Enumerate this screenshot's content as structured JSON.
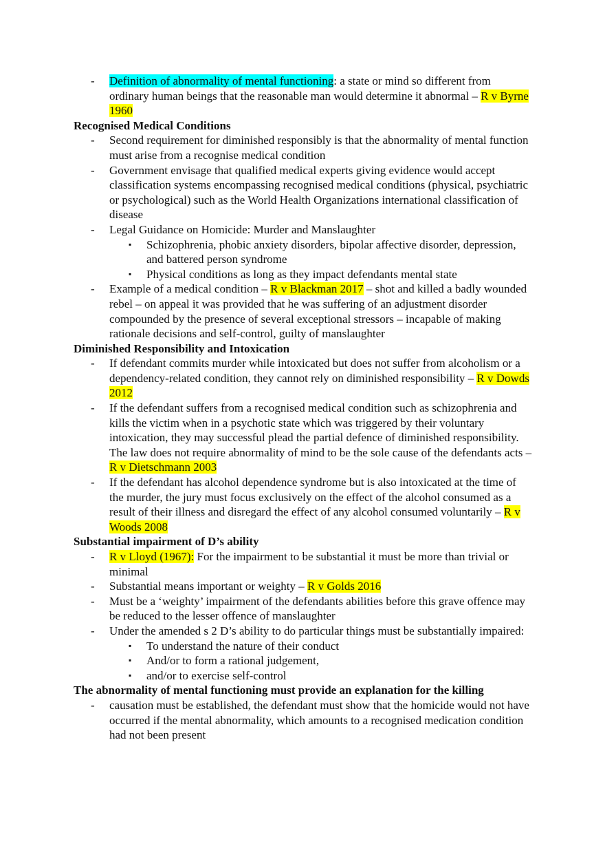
{
  "items": {
    "p1": {
      "def_term": "Definition of abnormality of mental functioning",
      "text": ": a state or mind so different from ordinary human beings that the reasonable man would determine it abnormal – ",
      "case": "R v Byrne 1960"
    },
    "h_recognised": "Recognised Medical Conditions",
    "p2": "Second requirement for diminished responsibly is that the abnormality of mental function must arise from a recognise medical condition",
    "p3": "Government envisage that qualified medical experts giving evidence would accept classification systems encompassing recognised medical conditions (physical, psychiatric or psychological) such as the World Health Organizations international classification of disease",
    "p4": "Legal Guidance on Homicide: Murder and Manslaughter",
    "b1": "Schizophrenia, phobic anxiety disorders, bipolar affective disorder, depression, and battered person syndrome",
    "b2": "Physical conditions as long as they impact defendants mental state",
    "p5": {
      "pre": "Example of a medical condition – ",
      "case": "R v Blackman 2017",
      "post": " – shot and killed a badly wounded rebel – on appeal it was provided that he was suffering of an adjustment disorder compounded by the presence of several exceptional stressors – incapable of making rationale decisions and self-control, guilty of manslaughter"
    },
    "h_intox": "Diminished Responsibility and Intoxication",
    "p6": {
      "text": "If defendant commits murder while intoxicated but does not suffer from alcoholism or a dependency-related condition, they cannot rely on diminished responsibility – ",
      "case": "R v Dowds 2012"
    },
    "p7": {
      "text": "If the defendant suffers from a recognised medical condition such as schizophrenia and kills the victim when in a psychotic state which was triggered by their voluntary intoxication, they may successful plead the partial defence of diminished responsibility. The law does not require abnormality of mind to be the sole cause of the defendants acts – ",
      "case": "R v Dietschmann 2003"
    },
    "p8": {
      "text": "If the defendant has alcohol dependence syndrome but is also intoxicated at the time of the murder, the jury must focus exclusively on the effect of the alcohol consumed as a result of their illness and disregard the effect of any alcohol consumed voluntarily – ",
      "case": "R v Woods 2008"
    },
    "h_substantial": "Substantial impairment of D’s ability",
    "p9": {
      "case": "R v Lloyd (1967):",
      "text": " For the impairment to be substantial it must be more than trivial or minimal"
    },
    "p10": {
      "text": "Substantial means important or weighty – ",
      "case": "R v Golds 2016"
    },
    "p11": "Must be a ‘weighty’ impairment of the defendants abilities before this grave offence may be reduced to the lesser offence of manslaughter",
    "p12": "Under the amended s 2 D’s ability to do particular things must be substantially impaired:",
    "b3": "To understand the nature of their conduct",
    "b4": "And/or to form a rational judgement,",
    "b5": "and/or to exercise self-control",
    "h_explanation": "The abnormality of mental functioning must provide an explanation for the killing",
    "p13": "causation must be established, the defendant must show that the homicide would not have occurred if the mental abnormality, which amounts to a recognised medication condition had not been present"
  },
  "glyphs": {
    "dash": "-",
    "bullet": "▪"
  }
}
